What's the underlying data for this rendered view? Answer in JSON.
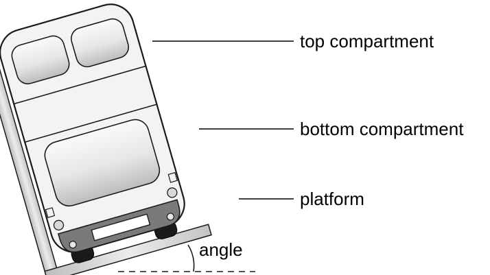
{
  "labels": {
    "top_compartment": "top compartment",
    "bottom_compartment": "bottom compartment",
    "platform": "platform",
    "angle": "angle"
  },
  "colors": {
    "outline": "#1a1a1a",
    "panel_fill": "#f2f2f2",
    "window_light": "#f7f7f7",
    "window_dark": "#c9c9c9",
    "grille_fill": "#7a7a7a",
    "wheel_fill": "#1a1a1a",
    "rail_fill": "#dadada"
  }
}
